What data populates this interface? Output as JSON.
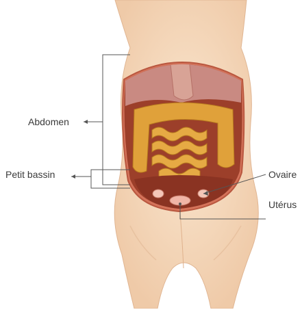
{
  "labels": {
    "abdomen": "Abdomen",
    "petit_bassin": "Petit bassin",
    "ovaire": "Ovaire",
    "uterus": "Utérus"
  },
  "colors": {
    "skin": "#f6dcc0",
    "skin_shade": "#ecc7a4",
    "cavity_rim": "#c9664b",
    "cavity_bg": "#a8472f",
    "intestine": "#e4a63a",
    "intestine_dark": "#b9781e",
    "stomach": "#cd8a7d",
    "liver": "#b35e4c",
    "pelvis": "#e0b4a6",
    "leader_line": "#555555"
  }
}
